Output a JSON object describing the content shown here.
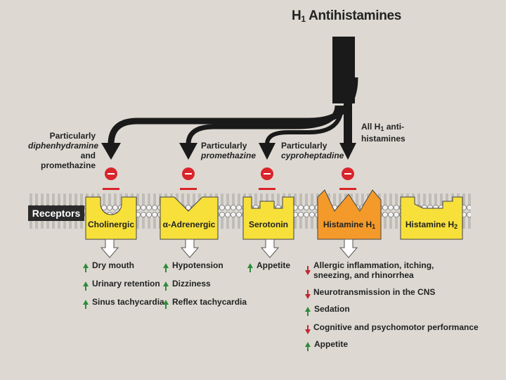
{
  "title_main": "H",
  "title_sub": "1",
  "title_rest": " Antihistamines",
  "notes": {
    "diphen": [
      "Particularly",
      "diphenhydramine",
      "and promethazine"
    ],
    "prometh": [
      "Particularly",
      "promethazine"
    ],
    "cypro": [
      "Particularly",
      "cyproheptadine"
    ],
    "all": [
      "All H",
      "1",
      " anti-",
      "histamines"
    ]
  },
  "receptors_label": "Receptors",
  "receptors": [
    {
      "name": "Cholinergic",
      "color": "#f7e03a"
    },
    {
      "name": "α-Adrenergic",
      "color": "#f7e03a"
    },
    {
      "name": "Serotonin",
      "color": "#f7e03a"
    },
    {
      "name": "Histamine H",
      "sub": "1",
      "color": "#f39a2b"
    },
    {
      "name": "Histamine H",
      "sub": "2",
      "color": "#f7e03a"
    }
  ],
  "effects": {
    "cholinergic": [
      {
        "dir": "up",
        "text": "Dry mouth"
      },
      {
        "dir": "up",
        "text": "Urinary retention"
      },
      {
        "dir": "up",
        "text": "Sinus tachycardia"
      }
    ],
    "adrenergic": [
      {
        "dir": "up",
        "text": "Hypotension"
      },
      {
        "dir": "up",
        "text": "Dizziness"
      },
      {
        "dir": "up",
        "text": "Reflex tachycardia"
      }
    ],
    "serotonin": [
      {
        "dir": "up",
        "text": "Appetite"
      }
    ],
    "histamine": [
      {
        "dir": "down",
        "text": "Allergic inflammation, itching,",
        "text2": "sneezing, and rhinorrhea"
      },
      {
        "dir": "down",
        "text": "Neurotransmission in the CNS"
      },
      {
        "dir": "up",
        "text": "Sedation"
      },
      {
        "dir": "down",
        "text": "Cognitive and psychomotor performance"
      },
      {
        "dir": "up",
        "text": "Appetite"
      }
    ]
  },
  "colors": {
    "yellow": "#f7e03a",
    "orange": "#f39a2b",
    "inhibit": "#d9242b",
    "up": "#2e8b3a",
    "down": "#c0262e"
  }
}
